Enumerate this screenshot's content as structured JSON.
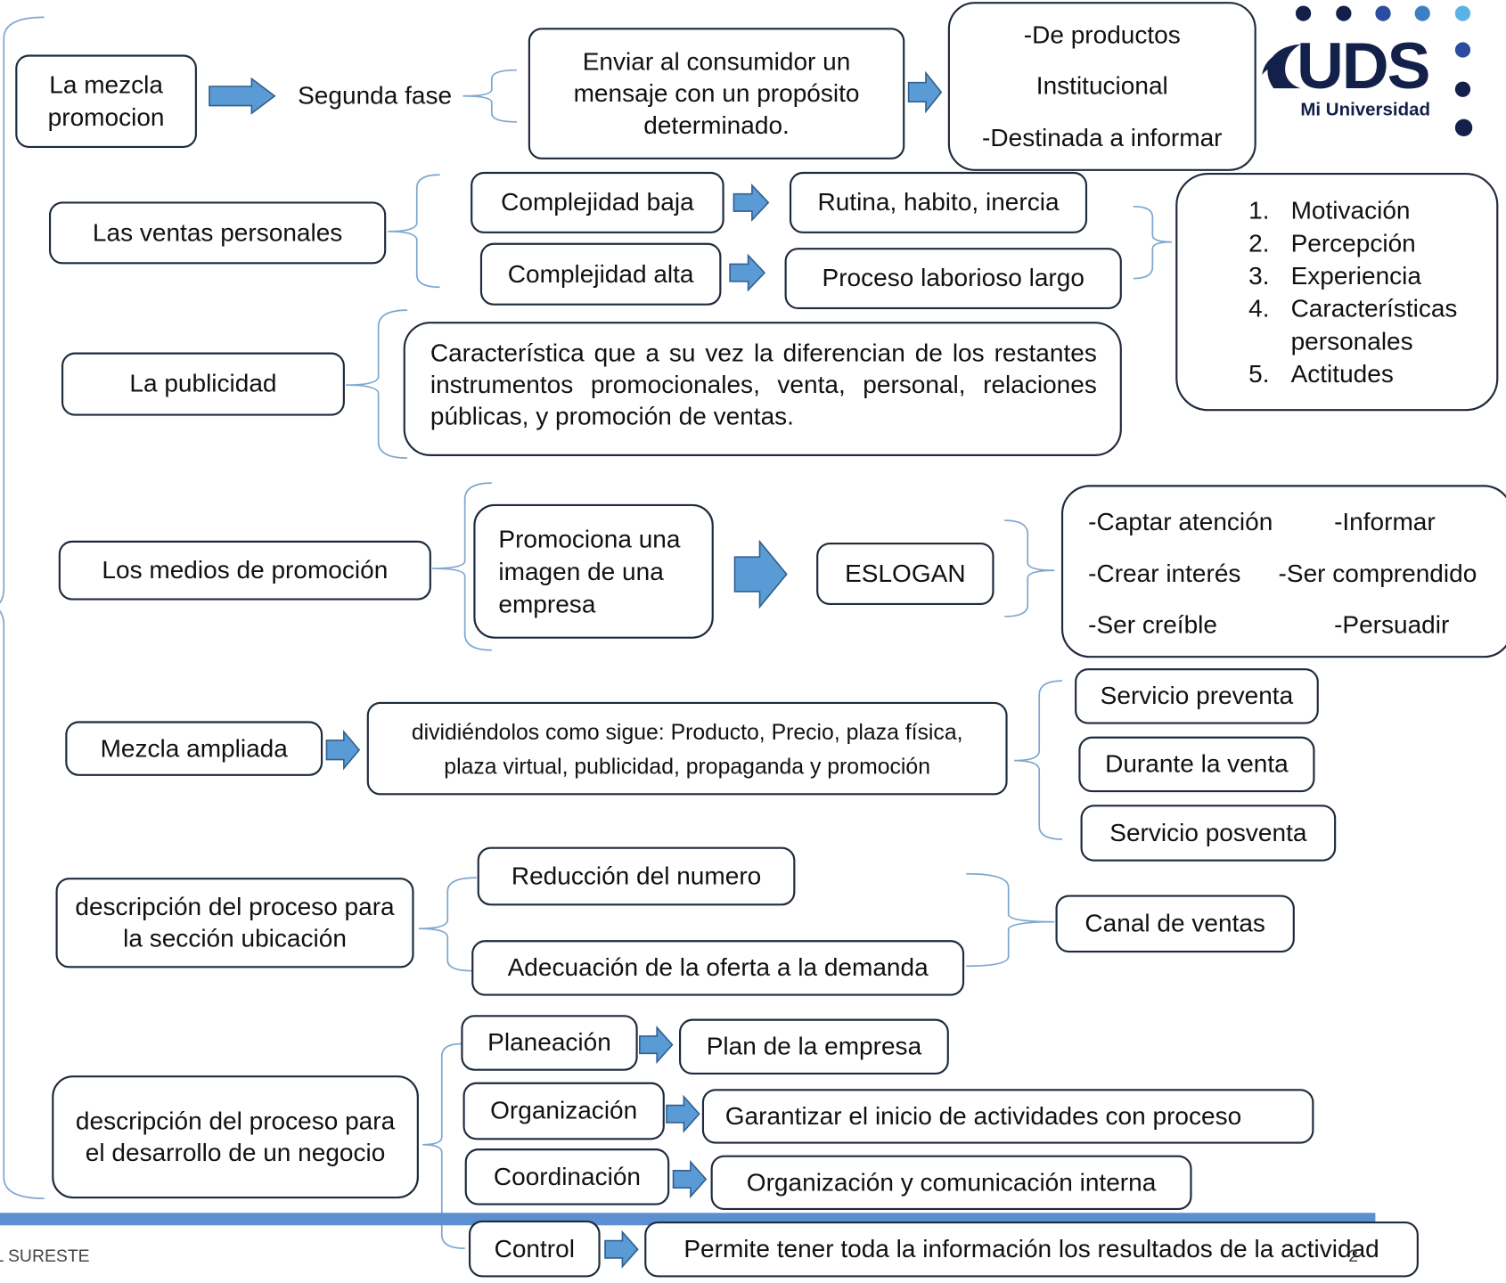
{
  "logo": {
    "text": "UDS",
    "subtitle": "Mi Universidad"
  },
  "rows": {
    "mezcla": {
      "label": "La mezcla promocion",
      "phase": "Segunda fase",
      "message": "Enviar al consumidor un mensaje con un propósito determinado.",
      "types": [
        "-De productos",
        "Institucional",
        "-Destinada a informar"
      ]
    },
    "ventas": {
      "label": "Las ventas personales",
      "low": "Complejidad baja",
      "high": "Complejidad alta",
      "low_result": "Rutina, habito, inercia",
      "high_result": "Proceso laborioso largo",
      "factors": [
        "Motivación",
        "Percepción",
        "Experiencia",
        "Características personales",
        "Actitudes"
      ]
    },
    "publicidad": {
      "label": "La publicidad",
      "description": "Característica que a su vez la diferencian de los restantes instrumentos promocionales, venta, personal, relaciones públicas, y promoción de ventas."
    },
    "medios": {
      "label": "Los medios de promoción",
      "image": "Promociona una imagen de una empresa",
      "slogan": "ESLOGAN",
      "goals": [
        "-Captar atención",
        "-Informar",
        "-Crear interés",
        "-Ser comprendido",
        "-Ser creíble",
        "-Persuadir"
      ]
    },
    "ampliada": {
      "label": "Mezcla ampliada",
      "description": "dividiéndolos como sigue: Producto, Precio, plaza física, plaza virtual, publicidad, propaganda y promoción",
      "services": [
        "Servicio preventa",
        "Durante la venta",
        "Servicio posventa"
      ]
    },
    "ubicacion": {
      "label": "descripción del proceso para la sección ubicación",
      "items": [
        "Reducción del numero",
        "Adecuación de la oferta a la demanda"
      ],
      "result": "Canal de ventas"
    },
    "negocio": {
      "label": "descripción del proceso para el desarrollo de un negocio",
      "steps": [
        {
          "name": "Planeación",
          "result": "Plan de la empresa"
        },
        {
          "name": "Organización",
          "result": "Garantizar el inicio de actividades con proceso"
        },
        {
          "name": "Coordinación",
          "result": "Organización y comunicación interna"
        },
        {
          "name": "Control",
          "result": "Permite tener toda la información los resultados de la actividad"
        }
      ]
    }
  },
  "footer": {
    "text": "L SURESTE",
    "page": "2"
  },
  "colors": {
    "arrow": "#5b9bd5",
    "bracket": "#7fa7cf",
    "border": "#1f2a3c",
    "logo": "#13214a",
    "bar": "#5b8fd0"
  }
}
